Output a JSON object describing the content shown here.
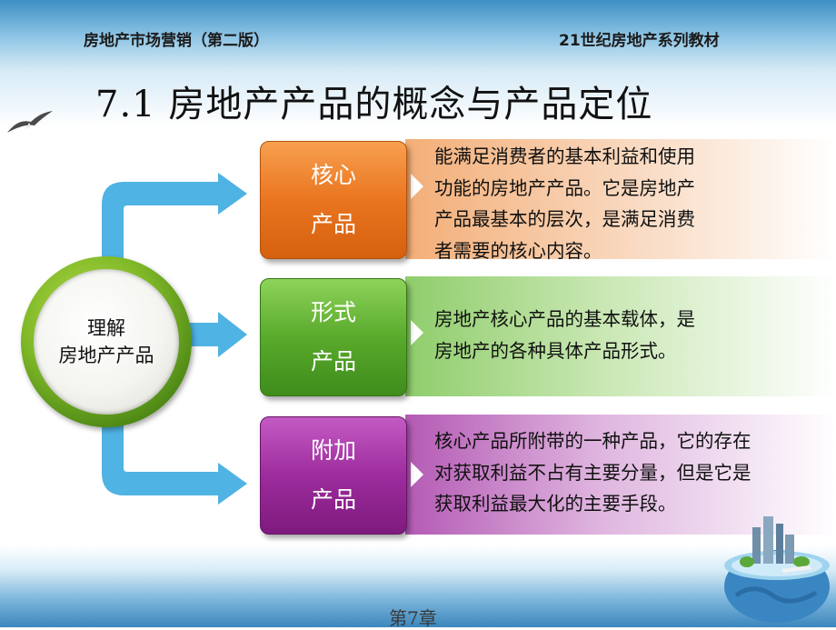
{
  "header": {
    "left": "房地产市场营销（第二版）",
    "right": "21世纪房地产系列教材"
  },
  "title": "7.1  房地产产品的概念与产品定位",
  "center": {
    "line1": "理解",
    "line2": "房地产产品"
  },
  "items": [
    {
      "line1": "核心",
      "line2": "产品",
      "desc": [
        "能满足消费者的基本利益和使用",
        "功能的房地产产品。它是房地产",
        "产品最基本的层次，是满足消费",
        "者需要的核心内容。"
      ]
    },
    {
      "line1": "形式",
      "line2": "产品",
      "desc": [
        "房地产核心产品的基本载体，是",
        "房地产的各种具体产品形式。"
      ]
    },
    {
      "line1": "附加",
      "line2": "产品",
      "desc": [
        "核心产品所附带的一种产品，它的存在",
        "对获取利益不占有主要分量，但是它是",
        "获取利益最大化的主要手段。"
      ]
    }
  ],
  "footer": "第7章",
  "colors": {
    "orange": "#ea7520",
    "green": "#59aa2c",
    "purple": "#9d2c9d",
    "arrow": "#4fb3e3",
    "ring": "#7fb827"
  }
}
